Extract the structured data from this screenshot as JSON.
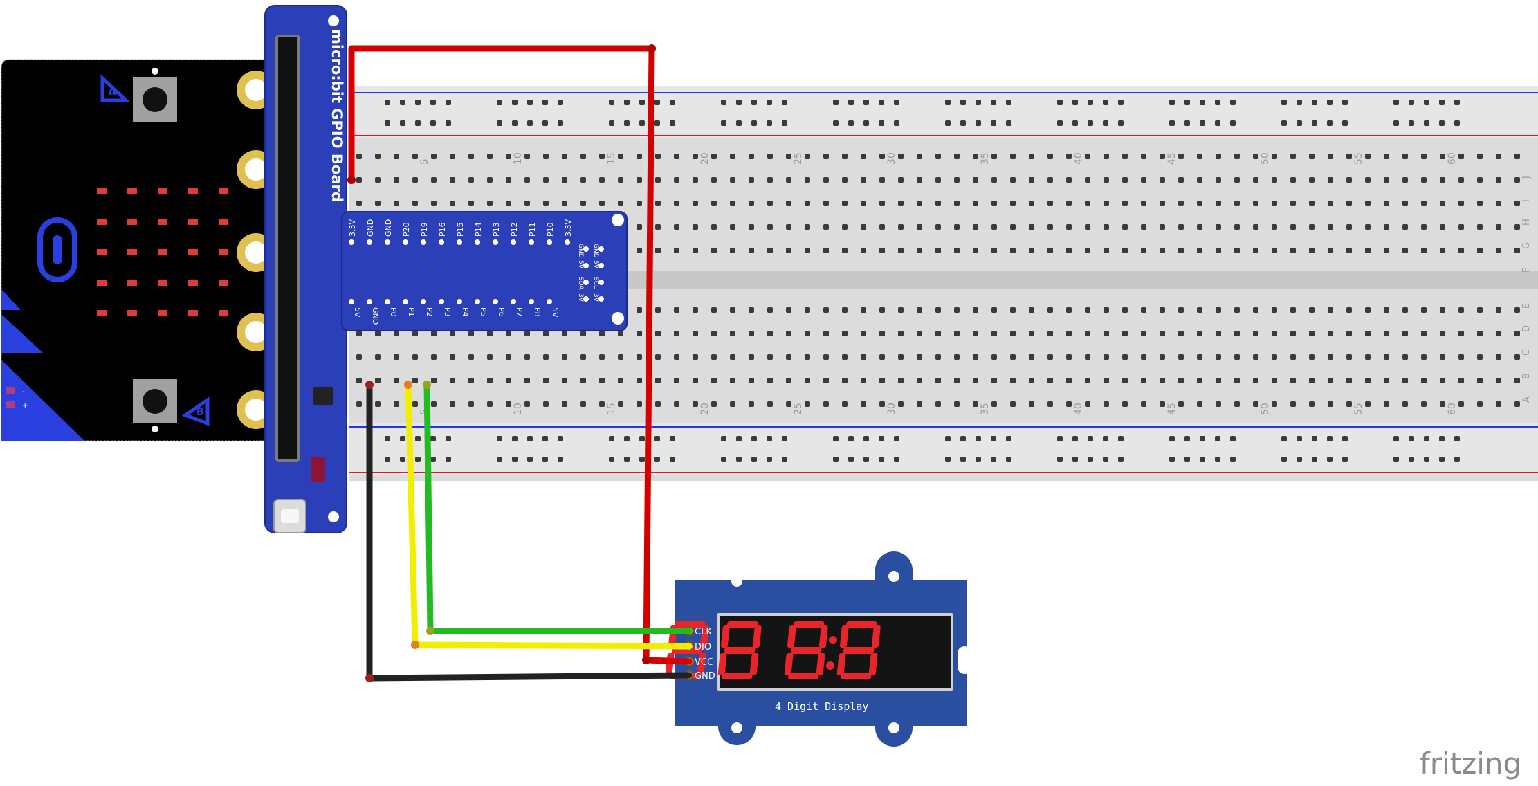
{
  "gpio_board": {
    "title": "micro:bit GPIO Board",
    "top_pins": [
      "3.3V",
      "GND",
      "GND",
      "P20",
      "P19",
      "P16",
      "P15",
      "P14",
      "P13",
      "P12",
      "P11",
      "P10",
      "3.3V"
    ],
    "bottom_pins": [
      "5V",
      "GND",
      "P0",
      "P1",
      "P2",
      "P3",
      "P4",
      "P5",
      "P6",
      "P7",
      "P8",
      "5V"
    ],
    "side_pins": [
      "GND",
      "GND",
      "5V",
      "5V",
      "SDA",
      "SCL",
      "3V",
      "3V"
    ]
  },
  "microbit": {
    "button_a_label": "A",
    "button_b_label": "B",
    "power_labels": [
      "-",
      "+"
    ]
  },
  "breadboard": {
    "column_labels": [
      "5",
      "10",
      "15",
      "20",
      "25",
      "30",
      "35",
      "40",
      "45",
      "50",
      "55",
      "60"
    ],
    "row_labels_top": [
      "J",
      "I",
      "H",
      "G",
      "F"
    ],
    "row_labels_bottom": [
      "E",
      "D",
      "C",
      "B",
      "A"
    ]
  },
  "display_module": {
    "pins": [
      "CLK",
      "DIO",
      "VCC",
      "GND"
    ],
    "caption": "4 Digit Display",
    "digit_color": "#e8252b"
  },
  "wires": [
    {
      "name": "power",
      "color": "#d40000"
    },
    {
      "name": "clock",
      "color": "#22bb22"
    },
    {
      "name": "data",
      "color": "#f2ee00"
    },
    {
      "name": "ground",
      "color": "#222222"
    }
  ],
  "watermark": "fritzing"
}
